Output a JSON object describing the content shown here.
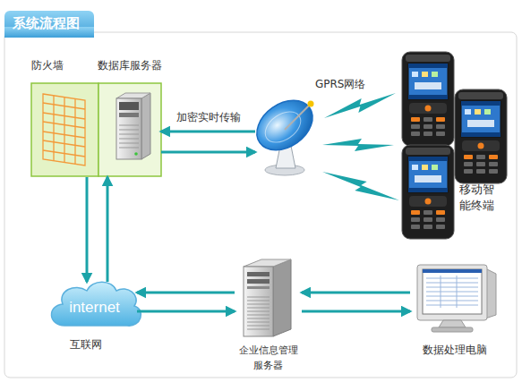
{
  "diagram": {
    "title": "系统流程图",
    "nodes": [
      {
        "text": [
          "防火墙"
        ]
      },
      {
        "text": [
          "数据库服务器"
        ]
      },
      {
        "text": [
          "GPRS网络"
        ]
      },
      {
        "text": [
          "移动智能终端"
        ]
      },
      {
        "text": [
          "internet",
          "互联网"
        ]
      },
      {
        "text": [
          "企业信息管理服务器"
        ]
      },
      {
        "text": [
          "数据处理电脑"
        ]
      }
    ],
    "edges": [
      {
        "from": 2,
        "to": 1,
        "label": "加密实时传输",
        "arrow": "to"
      },
      {
        "from": 1,
        "to": 2,
        "arrow": "to"
      },
      {
        "from": 2,
        "to": 3,
        "arrow": "none"
      },
      {
        "from": 0,
        "to": 4,
        "arrow": "to"
      },
      {
        "from": 4,
        "to": 1,
        "arrow": "to"
      },
      {
        "from": 5,
        "to": 4,
        "arrow": "to"
      },
      {
        "from": 4,
        "to": 5,
        "arrow": "to"
      },
      {
        "from": 6,
        "to": 5,
        "arrow": "to"
      },
      {
        "from": 5,
        "to": 6,
        "arrow": "to"
      }
    ]
  }
}
